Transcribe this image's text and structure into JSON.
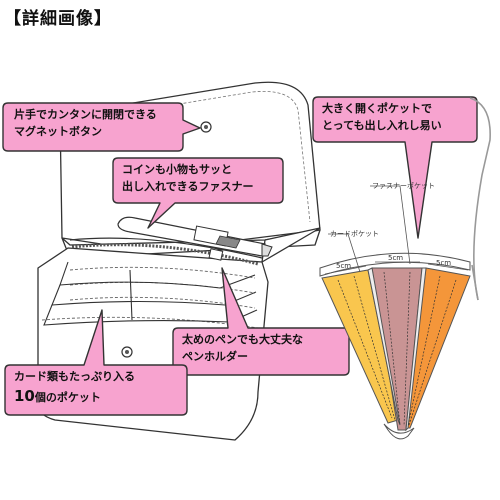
{
  "title": "【詳細画像】",
  "callouts": {
    "magnet": [
      "片手でカンタンに開閉できる",
      "マグネットボタン"
    ],
    "fastener": [
      "コインも小物もサッと",
      "出し入れできるファスナー"
    ],
    "pen": [
      "太めのペンでも大丈夫な",
      "ペンホルダー"
    ],
    "card_pre": "カード類もたっぷり入る",
    "card_num": "10",
    "card_post": "個のポケット",
    "pocket": [
      "大きく開くポケットで",
      "とっても出し入れし易い"
    ]
  },
  "diagram": {
    "fastener_pocket_label": "ファスナーポケット",
    "card_pocket_label": "カードポケット",
    "dim1": "5cm",
    "dim2": "5cm",
    "dim3": "5cm"
  },
  "colors": {
    "callout_fill": "#f7a3cf",
    "pocket_yellow": "#f9c64e",
    "pocket_pink": "#c99494",
    "pocket_orange": "#f4963a"
  }
}
